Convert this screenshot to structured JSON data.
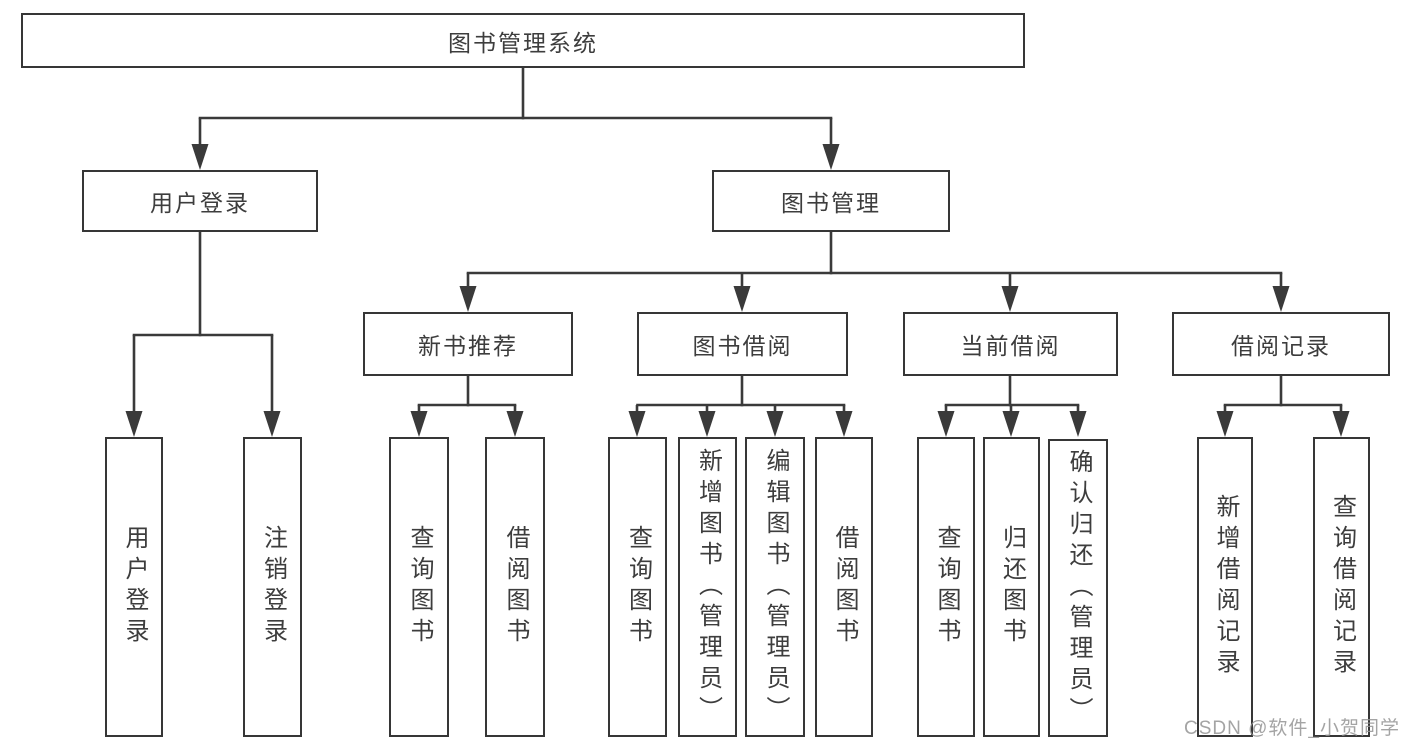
{
  "diagram": {
    "type": "hierarchy-tree",
    "title": "图书管理系统",
    "colors": {
      "line": "#3a3a3a",
      "border": "#363636",
      "text": "#3d3d3d",
      "background": "#ffffff",
      "watermark": "#949494"
    },
    "nodes": {
      "root": "图书管理系统",
      "user_login": "用户登录",
      "book_mgmt": "图书管理",
      "new_book_rec": "新书推荐",
      "book_borrow": "图书借阅",
      "current_borrow": "当前借阅",
      "borrow_records": "借阅记录",
      "leaf_user_login": "用户登录",
      "leaf_logout": "注销登录",
      "leaf_query_books_rec": "查询图书",
      "leaf_borrow_books_rec": "借阅图书",
      "leaf_query_books_borrow": "查询图书",
      "leaf_add_books_admin": "新增图书（管理员）",
      "leaf_edit_books_admin": "编辑图书（管理员）",
      "leaf_borrow_books_borrow": "借阅图书",
      "leaf_query_books_current": "查询图书",
      "leaf_return_books": "归还图书",
      "leaf_confirm_return_admin": "确认归还（管理员）",
      "leaf_add_borrow_record": "新增借阅记录",
      "leaf_query_borrow_record": "查询借阅记录"
    }
  },
  "watermark": {
    "text": "CSDN @软件_小贺同学"
  }
}
